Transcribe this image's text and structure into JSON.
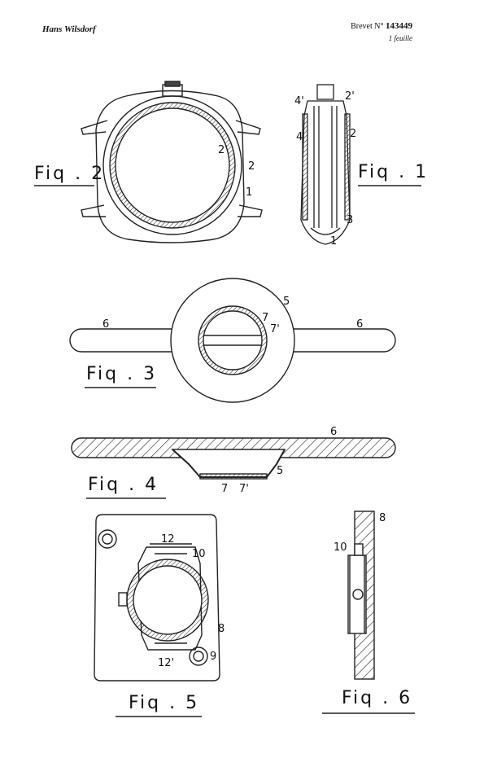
{
  "header": {
    "author": "Hans Wilsdorf",
    "brevet_label": "Brevet",
    "brevet_no_prefix": "N°",
    "brevet_number": "143449",
    "sheet": "1 feuille"
  },
  "figures": {
    "fig1": {
      "label": "Fiq . 1",
      "refs": [
        "4'",
        "2'",
        "4",
        "2",
        "3",
        "1"
      ]
    },
    "fig2": {
      "label": "Fiq . 2",
      "refs": [
        "2'",
        "2",
        "1"
      ]
    },
    "fig3": {
      "label": "Fiq . 3",
      "refs": [
        "5",
        "6",
        "6",
        "7",
        "7'"
      ]
    },
    "fig4": {
      "label": "Fiq . 4",
      "refs": [
        "6",
        "5",
        "7",
        "7'"
      ]
    },
    "fig5": {
      "label": "Fiq . 5",
      "refs": [
        "12",
        "10",
        "8",
        "9",
        "12'"
      ]
    },
    "fig6": {
      "label": "Fiq . 6",
      "refs": [
        "8",
        "10"
      ]
    }
  }
}
